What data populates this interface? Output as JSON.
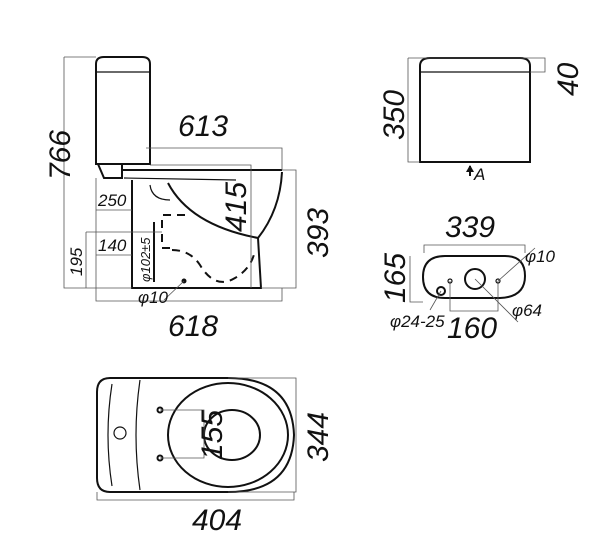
{
  "side_view": {
    "overall_height": "766",
    "length_top": "613",
    "length_bottom": "618",
    "seat_height": "415",
    "bowl_height": "393",
    "outlet_250": "250",
    "outlet_140": "140",
    "outlet_195": "195",
    "outlet_diameter": "φ102±5",
    "fixing_hole": "φ10"
  },
  "tank_front": {
    "height": "350",
    "lid": "40",
    "view_marker": "A"
  },
  "tank_top": {
    "width": "339",
    "depth": "165",
    "hole_spacing": "160",
    "inlet": "φ24-25",
    "flush_hole": "φ64",
    "fixing_hole": "φ10"
  },
  "plan_view": {
    "width": "344",
    "length": "404",
    "seat_hole_spacing": "155"
  }
}
